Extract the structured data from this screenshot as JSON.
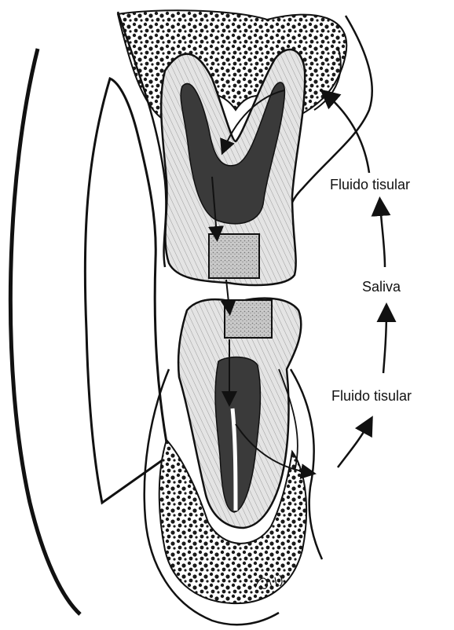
{
  "labels": {
    "upper_fluid": "Fluido tisular",
    "saliva": "Saliva",
    "lower_fluid": "Fluido tisular"
  },
  "artist_signature": "Pollard",
  "colors": {
    "ink": "#111111",
    "pulp": "#3a3a3a",
    "dentin": "#d9d9d9",
    "restoration": "#bdbdbd",
    "background": "#ffffff"
  }
}
